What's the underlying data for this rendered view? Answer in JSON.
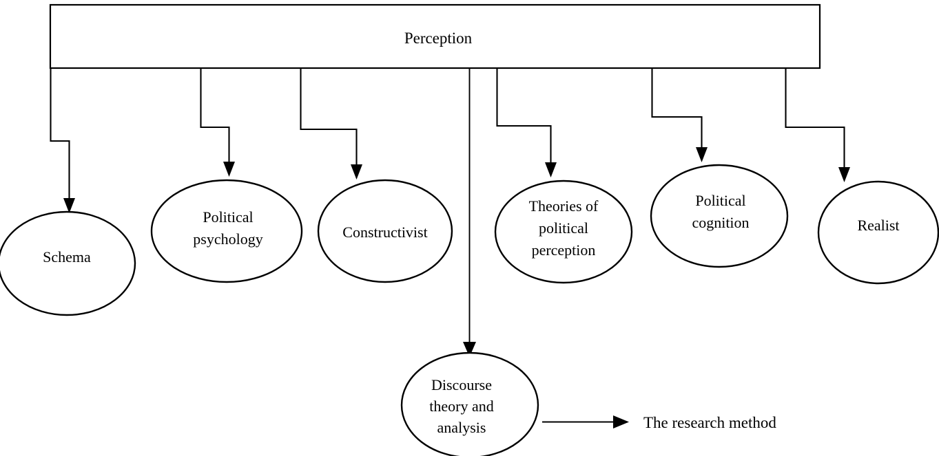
{
  "diagram": {
    "title_node": {
      "label": "Perception",
      "shape": "rectangle"
    },
    "branch_nodes": [
      {
        "id": "schema",
        "label": "Schema",
        "shape": "ellipse",
        "lines": [
          "Schema"
        ]
      },
      {
        "id": "political-psychology",
        "label": "Political psychology",
        "shape": "ellipse",
        "lines": [
          "Political",
          "psychology"
        ]
      },
      {
        "id": "constructivist",
        "label": "Constructivist",
        "shape": "ellipse",
        "lines": [
          "Constructivist"
        ]
      },
      {
        "id": "theories-of-political-perception",
        "label": "Theories of political perception",
        "shape": "ellipse",
        "lines": [
          "Theories of",
          "political",
          "perception"
        ]
      },
      {
        "id": "political-cognition",
        "label": "Political cognition",
        "shape": "ellipse",
        "lines": [
          "Political",
          "cognition"
        ]
      },
      {
        "id": "realist",
        "label": "Realist",
        "shape": "ellipse",
        "lines": [
          "Realist"
        ]
      },
      {
        "id": "discourse-theory-and-analysis",
        "label": "Discourse theory and analysis",
        "shape": "ellipse",
        "lines": [
          "Discourse",
          "theory and",
          "analysis"
        ]
      }
    ],
    "annotation": {
      "label": "The research method"
    },
    "colors": {
      "stroke": "#000000",
      "fill": "#ffffff",
      "text": "#000000"
    }
  }
}
